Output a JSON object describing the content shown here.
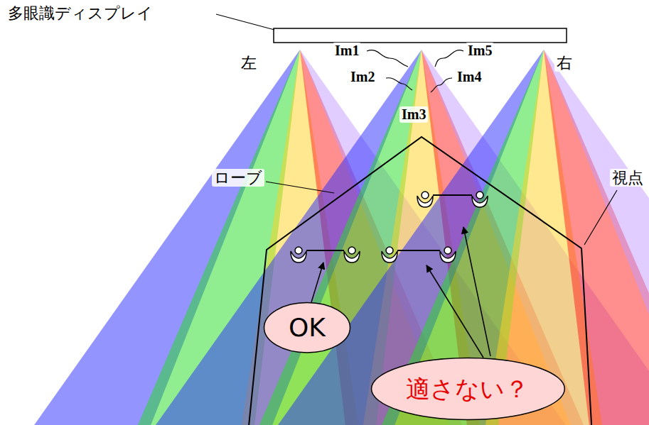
{
  "diagram": {
    "nodes": [
      {
        "text": [
          "OK"
        ]
      },
      {
        "text": [
          "適さない？"
        ]
      }
    ],
    "labels": [
      "多眼識ディスプレイ",
      "左",
      "右",
      "Im1",
      "Im5",
      "Im2",
      "Im4",
      "Im3",
      "ローブ",
      "視点"
    ]
  }
}
